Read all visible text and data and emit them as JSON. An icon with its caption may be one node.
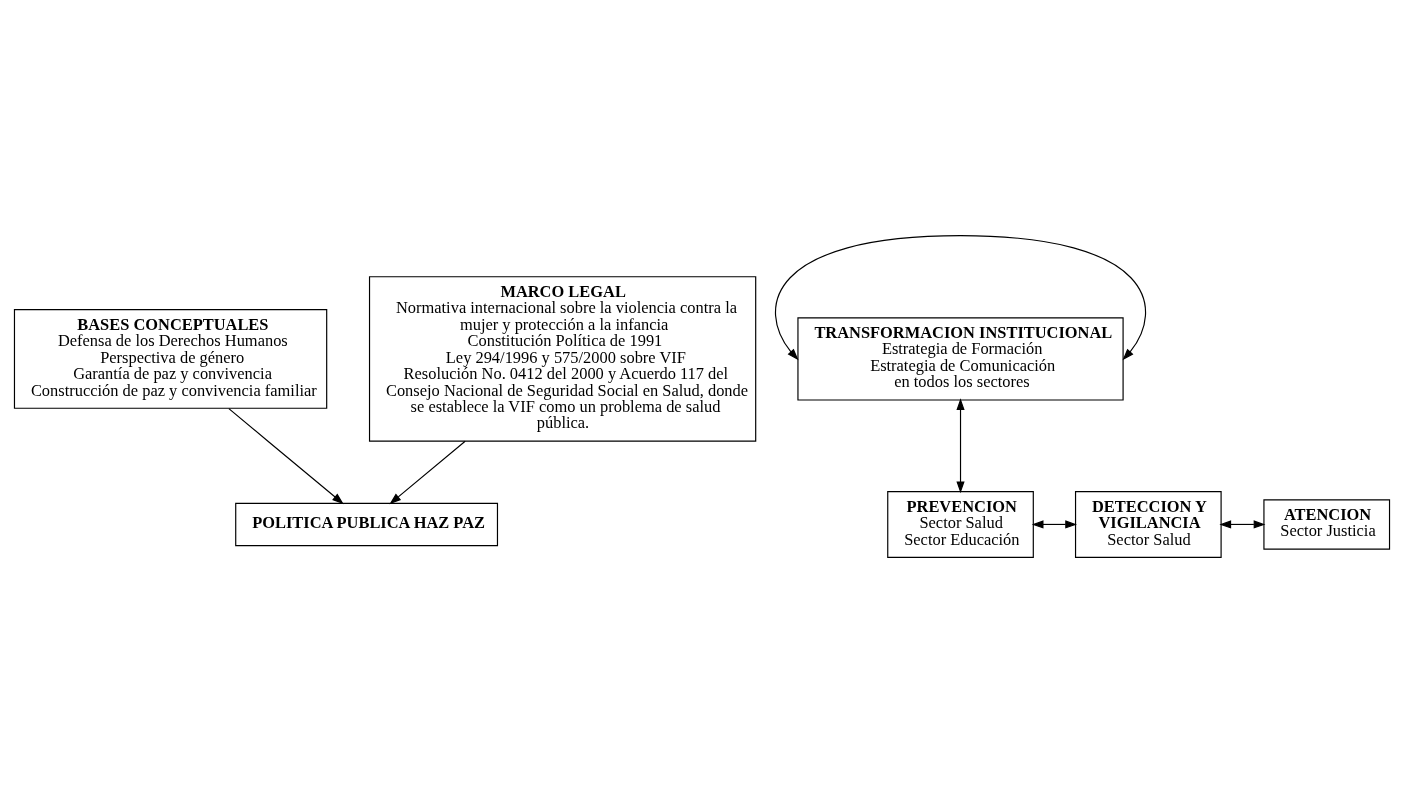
{
  "diagram": {
    "nodes": [
      {
        "text": [
          "BASES CONCEPTUALES",
          "Defensa de los Derechos Humanos",
          "Perspectiva de género",
          "Garantía de paz y convivencia",
          "Construcción de paz y convivencia familiar"
        ]
      },
      {
        "text": [
          "MARCO LEGAL",
          "Normativa internacional sobre la violencia contra la mujer y protección a la infancia",
          "Constitución Política de 1991",
          "Ley 294/1996 y 575/2000 sobre VIF",
          "Resolución No. 0412 del 2000 y Acuerdo 117 del Consejo Nacional de Seguridad Social en Salud, donde se establece la VIF como un problema de salud pública."
        ]
      },
      {
        "text": [
          "POLITICA PUBLICA HAZ PAZ"
        ]
      },
      {
        "text": [
          "PREVENCION",
          "Sector Salud",
          "Sector Educación"
        ]
      },
      {
        "text": [
          "DETECCION Y VIGILANCIA",
          "Sector Salud"
        ]
      },
      {
        "text": [
          "ATENCION",
          "Sector Justicia"
        ]
      },
      {
        "text": [
          "TRANSFORMACION INSTITUCIONAL",
          "Estrategia de Formación",
          "Estrategia de Comunicación",
          "en todos los sectores"
        ]
      }
    ],
    "edges": [
      {
        "from": 0,
        "to": 2,
        "arrow": "to"
      },
      {
        "from": 1,
        "to": 2,
        "arrow": "to"
      },
      {
        "from": 3,
        "to": 4,
        "arrow": "both"
      },
      {
        "from": 4,
        "to": 5,
        "arrow": "both"
      },
      {
        "from": 6,
        "to": 3,
        "arrow": "both"
      },
      {
        "from": 6,
        "to": 6,
        "arrow": "both"
      }
    ]
  }
}
